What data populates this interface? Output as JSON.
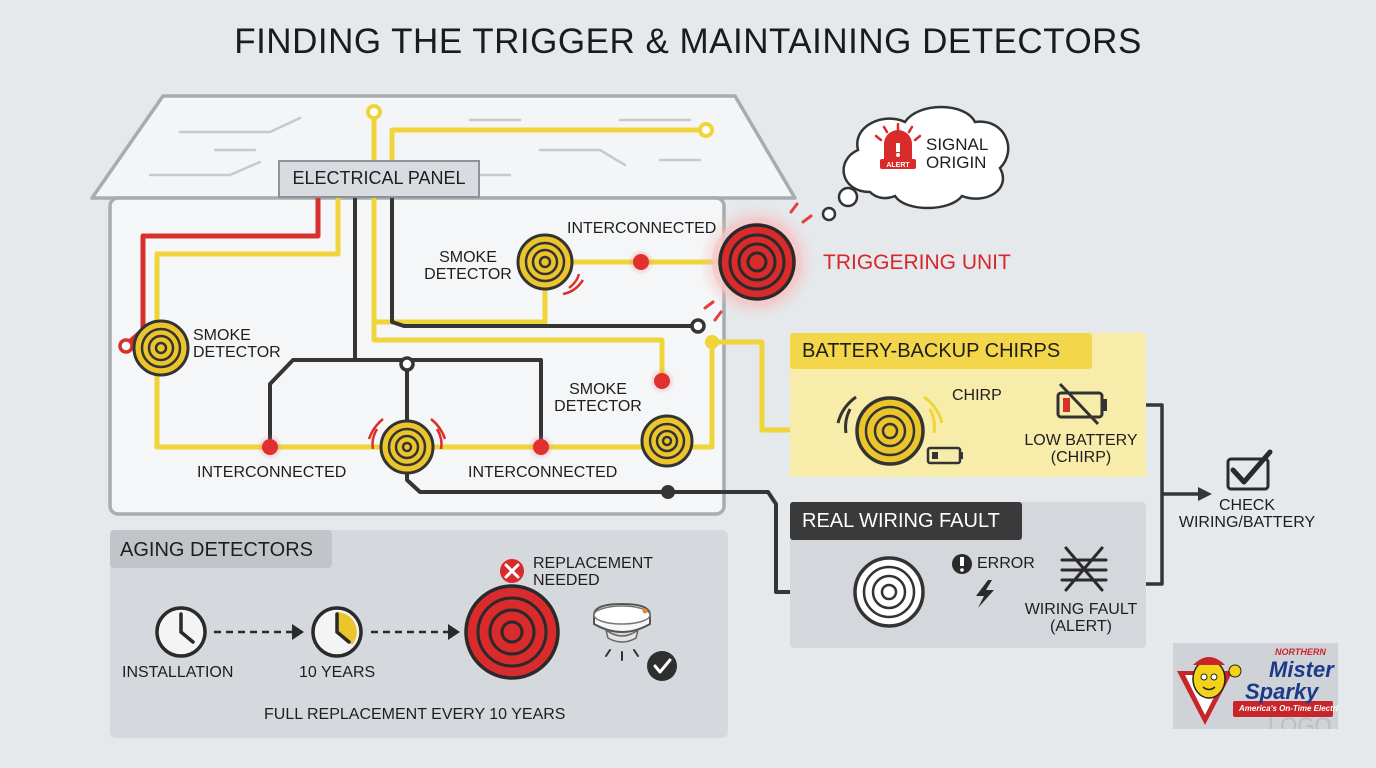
{
  "title": "FINDING THE TRIGGER & MAINTAINING DETECTORS",
  "house": {
    "panel_label": "ELECTRICAL PANEL",
    "smoke_detector_left": "SMOKE\nDETECTOR",
    "smoke_detector_upper": "SMOKE\nDETECTOR",
    "smoke_detector_right": "SMOKE\nDETECTOR",
    "interconnected_left": "INTERCONNECTED",
    "interconnected_mid": "INTERCONNECTED",
    "interconnected_top": "INTERCONNECTED",
    "triggering_unit": "TRIGGERING UNIT",
    "signal_origin": "SIGNAL\nORIGIN",
    "alert_badge": "ALERT"
  },
  "battery_panel": {
    "header": "BATTERY-BACKUP CHIRPS",
    "chirp": "CHIRP",
    "low_battery": "LOW BATTERY\n(CHIRP)"
  },
  "wiring_panel": {
    "header": "REAL WIRING FAULT",
    "error": "ERROR",
    "wiring_fault": "WIRING FAULT\n(ALERT)"
  },
  "check": {
    "label": "CHECK\nWIRING/BATTERY"
  },
  "aging_panel": {
    "header": "AGING DETECTORS",
    "installation": "INSTALLATION",
    "ten_years": "10 YEARS",
    "replacement": "REPLACEMENT\nNEEDED",
    "footer": "FULL REPLACEMENT EVERY 10 YEARS"
  },
  "logo": {
    "northern": "NORTHERN",
    "mister": "Mister",
    "sparky": "Sparky",
    "tagline": "America's On-Time Electrician",
    "watermark": "LOGO"
  },
  "colors": {
    "yellow_wire": "#f1d53a",
    "red_wire": "#d8302c",
    "dark_wire": "#333333",
    "alarm_red": "#d82a2a",
    "detector_yellow": "#ecc52c",
    "battery_bg": "#f8ecaa",
    "fault_bg": "#d4d7db"
  }
}
